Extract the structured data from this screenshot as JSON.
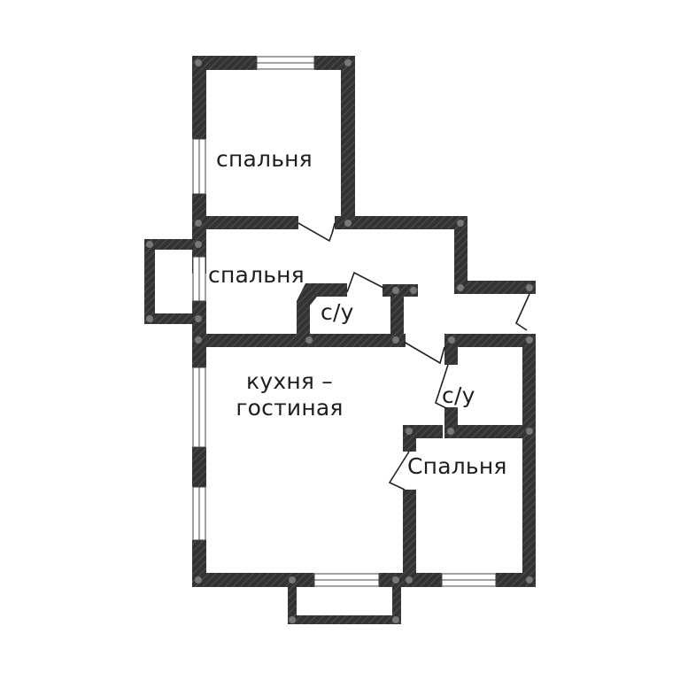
{
  "plan": {
    "wall_color": "#333333",
    "hatch_color": "#5a5a5a",
    "column_color": "#777777",
    "background": "#ffffff",
    "rooms": [
      {
        "id": "bedroom-top",
        "label": "спальня"
      },
      {
        "id": "bedroom-middle",
        "label": "спальня"
      },
      {
        "id": "bathroom-1",
        "label": "с/у"
      },
      {
        "id": "kitchen-living",
        "label_line1": "кухня –",
        "label_line2": "гостиная"
      },
      {
        "id": "bathroom-2",
        "label": "с/у"
      },
      {
        "id": "bedroom-right",
        "label": "Спальня"
      }
    ]
  }
}
